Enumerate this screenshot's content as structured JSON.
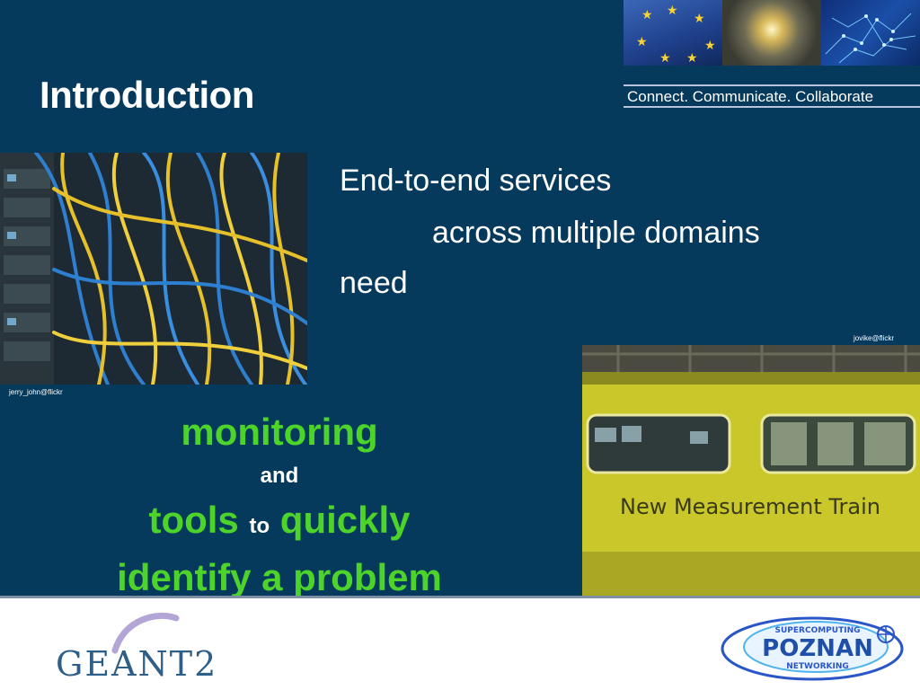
{
  "slide": {
    "title": "Introduction",
    "tagline": "Connect. Communicate. Collaborate",
    "body_lines": [
      "End-to-end services",
      "across multiple domains",
      "need"
    ],
    "emphasis": {
      "monitoring": "monitoring",
      "and": "and",
      "tools": "tools",
      "to": "to",
      "quickly": "quickly",
      "identify": "identify a problem"
    },
    "photo_credits": {
      "cables": "jerry_john@flickr",
      "train": "jovike@flickr"
    },
    "train_sign": "New Measurement Train"
  },
  "logos": {
    "geant": "GEANT2",
    "poznan_main": "POZNAN",
    "poznan_top": "SUPERCOMPUTING",
    "poznan_bottom": "NETWORKING"
  },
  "colors": {
    "background": "#063a5c",
    "accent_green": "#4cd42a",
    "text": "#ffffff",
    "geant_blue": "#2f5f86",
    "poznan_blue": "#1f4fa8"
  }
}
